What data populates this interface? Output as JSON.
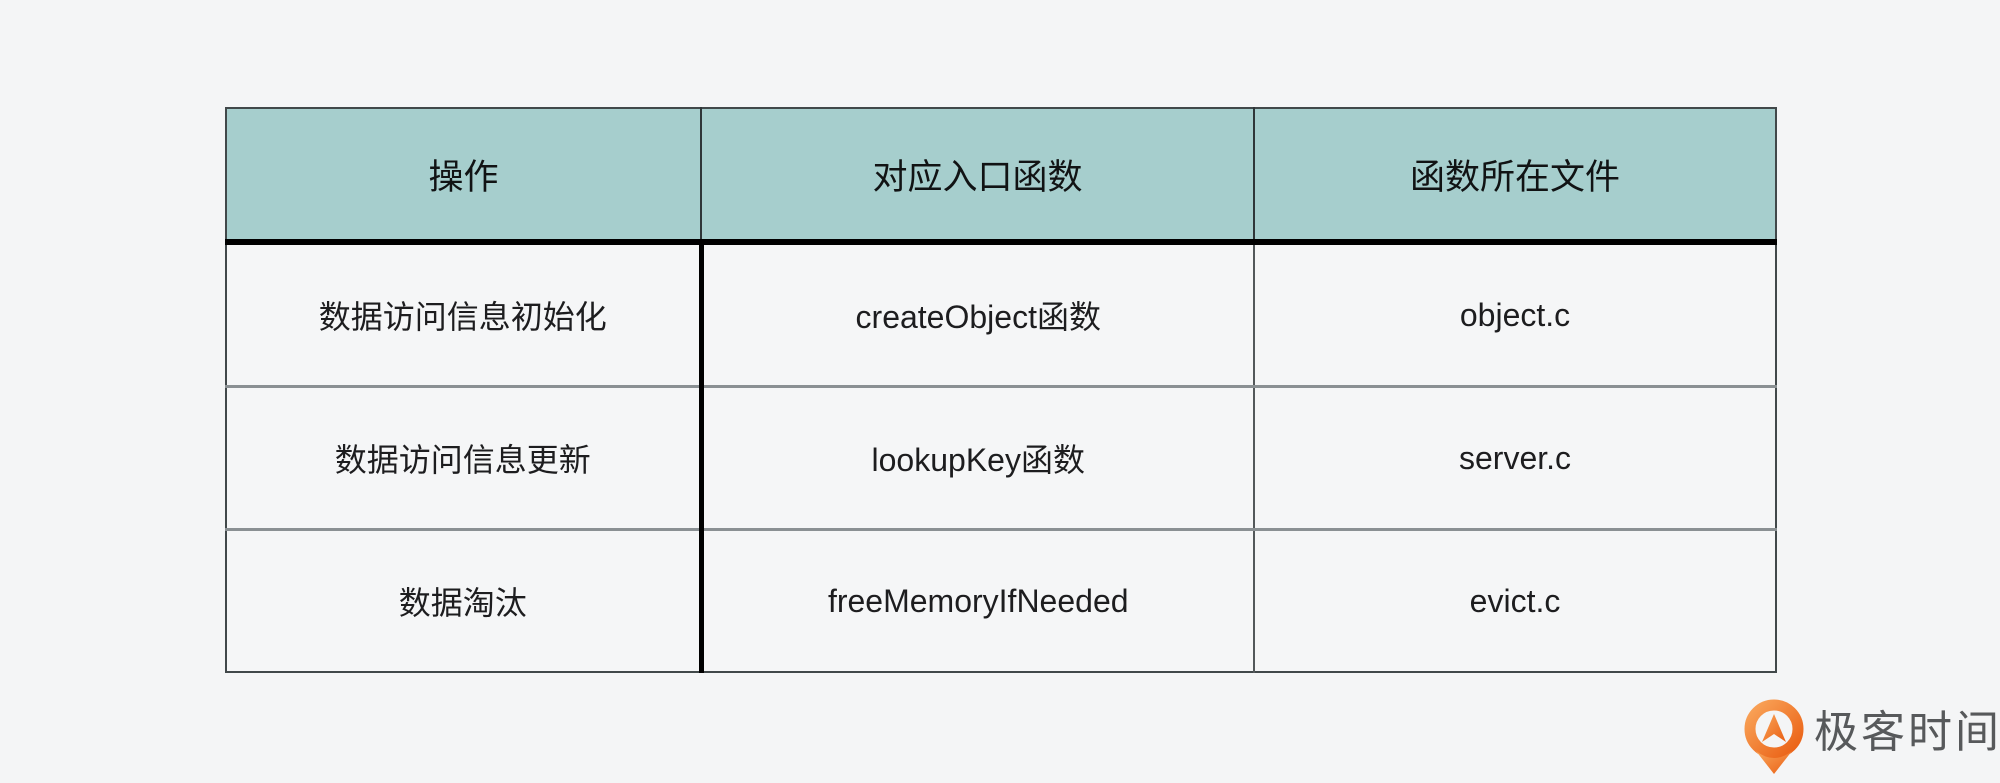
{
  "page": {
    "background": "#f4f5f6"
  },
  "chart_data": {
    "type": "table",
    "columns": [
      "操作",
      "对应入口函数",
      "函数所在文件"
    ],
    "rows": [
      [
        "数据访问信息初始化",
        "createObject函数",
        "object.c"
      ],
      [
        "数据访问信息更新",
        "lookupKey函数",
        "server.c"
      ],
      [
        "数据淘汰",
        "freeMemoryIfNeeded",
        "evict.c"
      ]
    ],
    "colors": {
      "header_bg": "#a6cecd",
      "cell_bg": "#f5f6f7",
      "text": "#1d1d1f",
      "header_underline": "#000000",
      "row_divider": "#8a9093",
      "outer_border": "#41484a"
    },
    "layout": {
      "grid": "on",
      "header_position": "top"
    }
  },
  "logo": {
    "text": "极客时间",
    "icon": "geektime-pin-icon",
    "text_color": "#57595b",
    "orange_dark": "#ea5f13",
    "orange_light": "#f9a55a"
  }
}
